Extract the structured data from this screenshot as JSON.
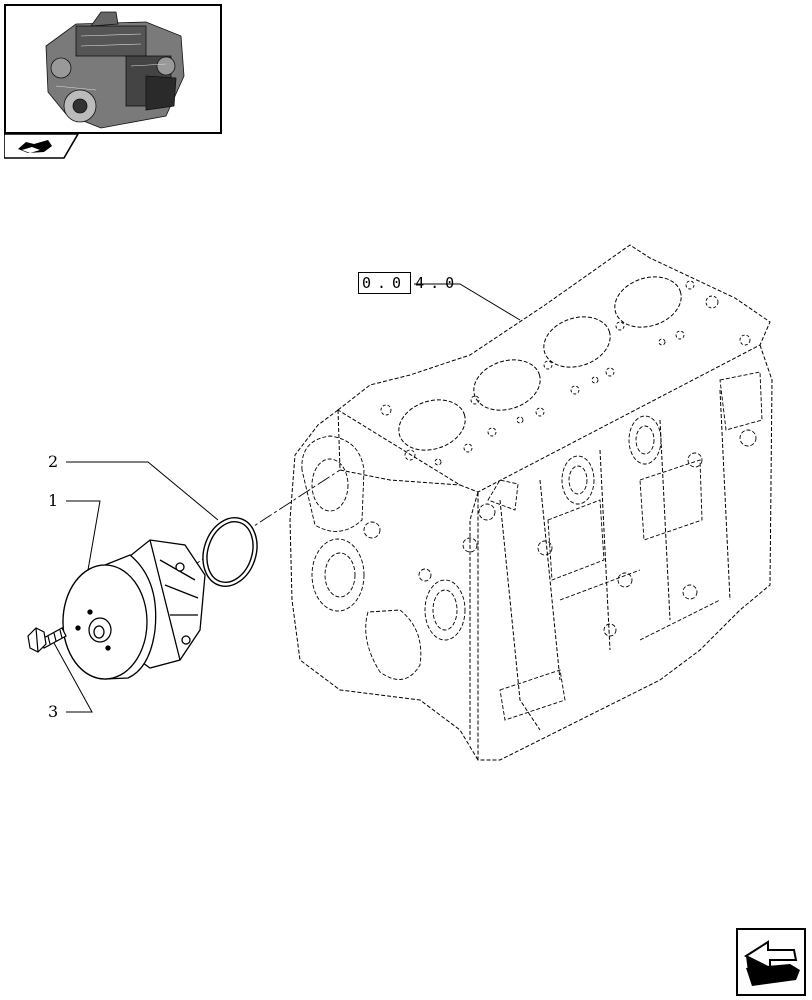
{
  "thumbnail": {
    "icon": "engine-thumbnail-icon",
    "tab_icon": "book-arrow-icon"
  },
  "reference": {
    "boxed": "0.0",
    "tail": "4.0",
    "full": "0.04.0"
  },
  "callouts": [
    {
      "number": "1",
      "part": "water-pump"
    },
    {
      "number": "2",
      "part": "o-ring-seal"
    },
    {
      "number": "3",
      "part": "bolt"
    }
  ],
  "navigation": {
    "icon": "next-page-arrow-icon"
  }
}
